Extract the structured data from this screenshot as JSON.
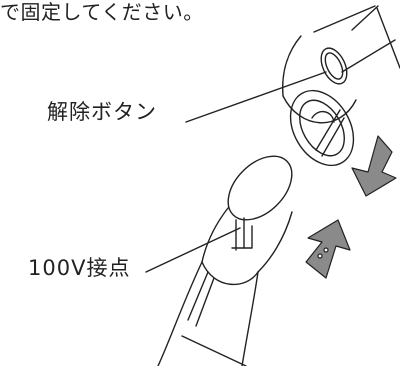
{
  "instruction": "で固定してください。",
  "labels": {
    "release_button": "解除ボタン",
    "contact_100v": "100V接点"
  },
  "colors": {
    "line": "#222222",
    "arrow_fill": "#8a8a8a",
    "background": "#ffffff"
  }
}
